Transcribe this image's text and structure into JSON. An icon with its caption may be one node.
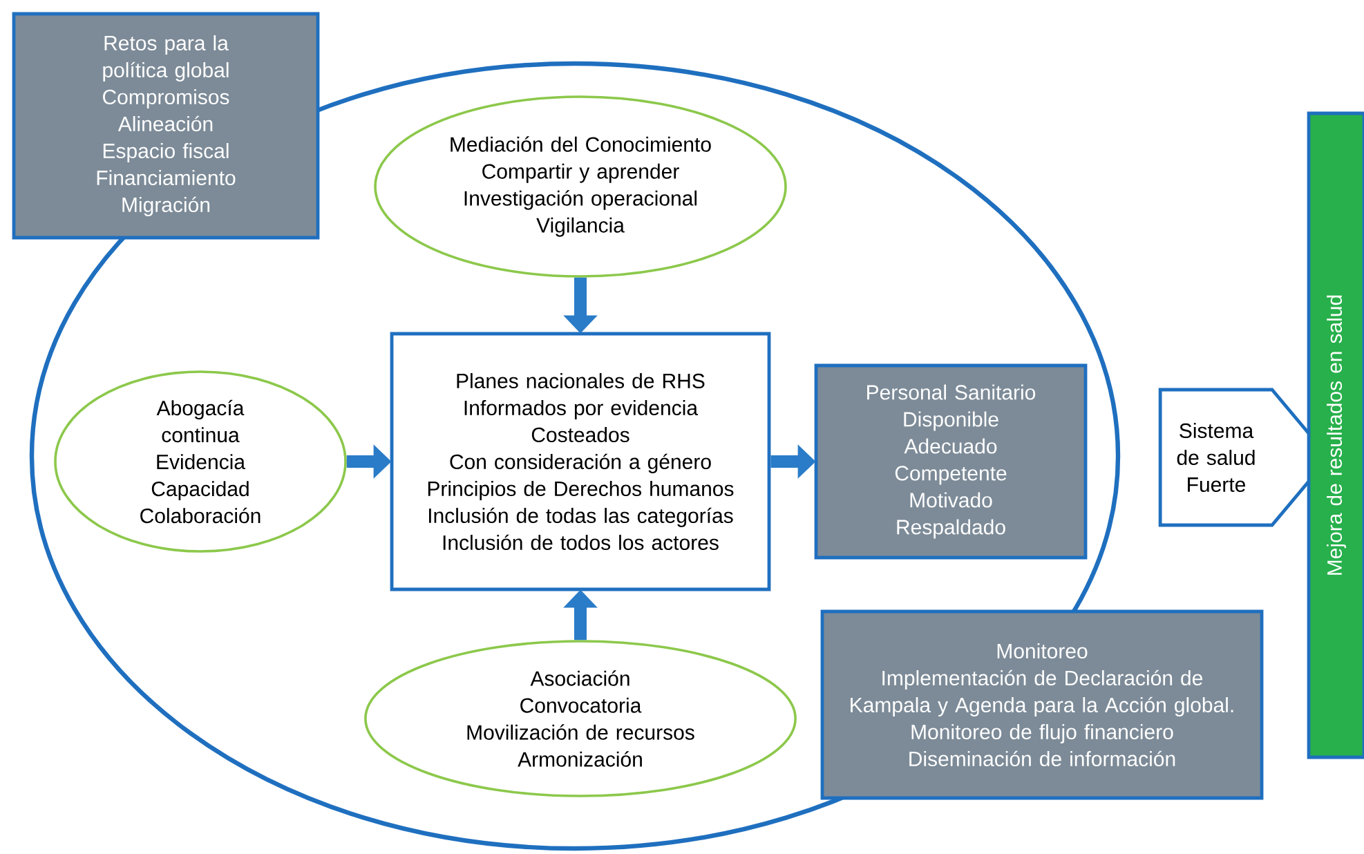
{
  "diagram": {
    "nodes": [
      {
        "text": [],
        "shape": "ellipse"
      },
      {
        "text": [
          "Retos para la política global",
          "Compromisos",
          "Alineación",
          "Espacio fiscal",
          "Financiamiento",
          "Migración"
        ]
      },
      {
        "text": [
          "Mediación del Conocimiento",
          "Compartir y aprender",
          "Investigación operacional",
          "Vigilancia"
        ],
        "in": 0
      },
      {
        "text": [
          "Abogacía continua",
          "Evidencia",
          "Capacidad",
          "Colaboración"
        ],
        "in": 0
      },
      {
        "text": [
          "Planes nacionales de RHS",
          "Informados por evidencia",
          "Costeados",
          "Con consideración a género",
          "Principios de Derechos humanos",
          "Inclusión de todas las categorías",
          "Inclusión de todos los actores"
        ],
        "in": 0
      },
      {
        "text": [
          "Personal Sanitario",
          "Disponible",
          "Adecuado",
          "Competente",
          "Motivado",
          "Respaldado"
        ],
        "in": 0
      },
      {
        "text": [
          "Sistema de salud Fuerte"
        ]
      },
      {
        "text": [
          "Mejora de resultados en salud"
        ]
      },
      {
        "text": [
          "Asociación",
          "Convocatoria",
          "Movilización de recursos",
          "Armonización"
        ],
        "in": 0
      },
      {
        "text": [
          "Monitoreo",
          "Implementación de Declaración de Kampala y Agenda para la Acción global.",
          "Monitoreo de flujo financiero",
          "Diseminación de información"
        ]
      }
    ],
    "edges": [
      {
        "from": 2,
        "to": 4,
        "arrow": "to"
      },
      {
        "from": 3,
        "to": 4,
        "arrow": "to"
      },
      {
        "from": 8,
        "to": 4,
        "arrow": "to"
      },
      {
        "from": 4,
        "to": 5,
        "arrow": "to"
      }
    ]
  }
}
